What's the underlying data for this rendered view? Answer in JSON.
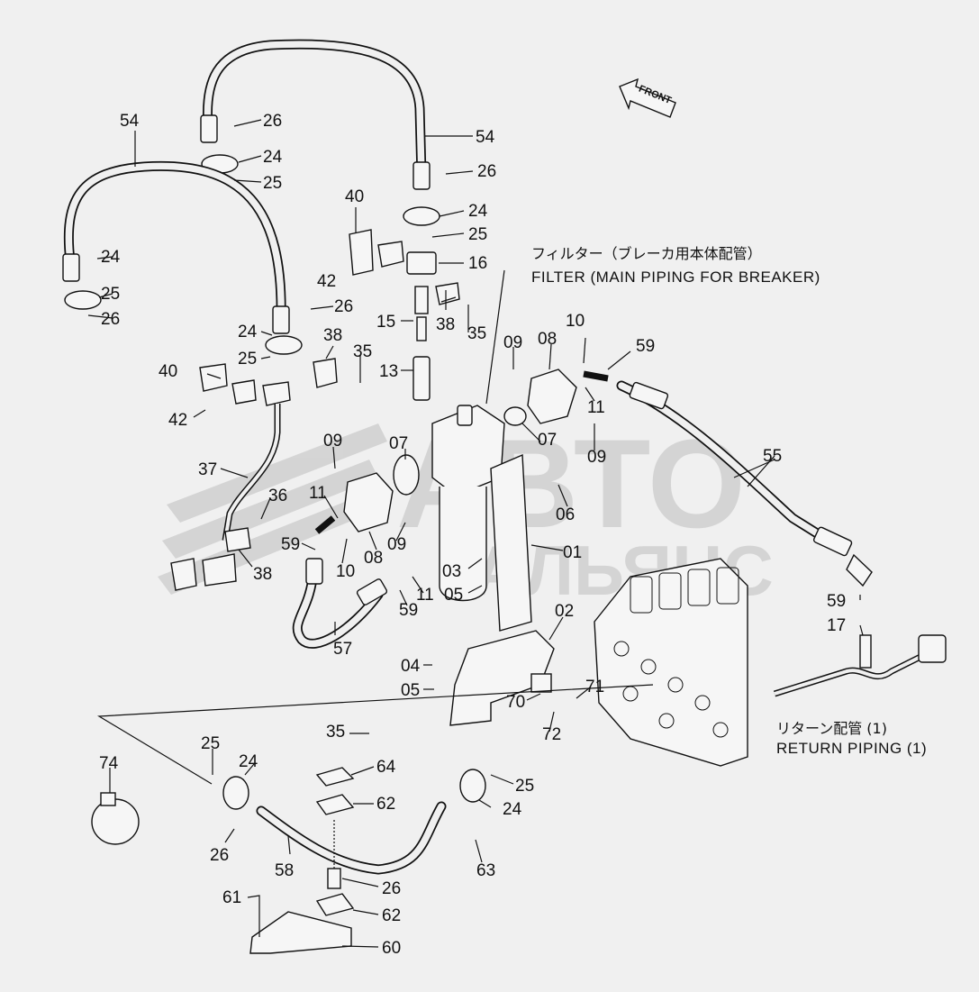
{
  "front_label": "FRONT",
  "watermark": {
    "line1": "АВТО",
    "line2": "АЛЬЯНС"
  },
  "captions": {
    "filter_jp": "フィルター（ブレーカ用本体配管）",
    "filter_en": "FILTER (MAIN PIPING FOR BREAKER)",
    "return_jp": "リターン配管 (1)",
    "return_en": "RETURN PIPING (1)"
  },
  "callouts": [
    "54",
    "26",
    "24",
    "25",
    "54",
    "26",
    "24",
    "25",
    "40",
    "42",
    "16",
    "38",
    "35",
    "26",
    "24",
    "25",
    "15",
    "24",
    "25",
    "26",
    "38",
    "35",
    "13",
    "40",
    "42",
    "09",
    "08",
    "10",
    "59",
    "11",
    "07",
    "07",
    "09",
    "37",
    "09",
    "36",
    "11",
    "06",
    "01",
    "38",
    "59",
    "10",
    "08",
    "09",
    "03",
    "05",
    "11",
    "59",
    "02",
    "57",
    "55",
    "04",
    "05",
    "71",
    "70",
    "72",
    "59",
    "17",
    "25",
    "24",
    "35",
    "64",
    "74",
    "62",
    "25",
    "24",
    "26",
    "58",
    "63",
    "26",
    "61",
    "62",
    "60"
  ]
}
